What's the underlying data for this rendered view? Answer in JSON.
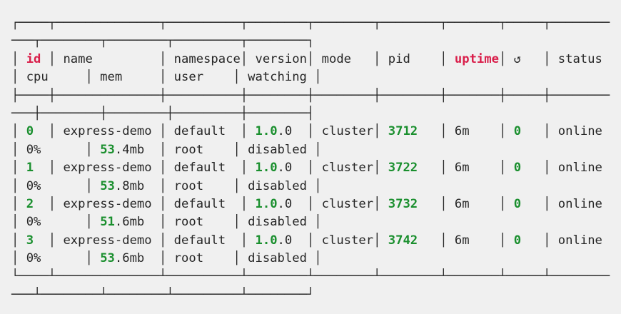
{
  "terminal": {
    "app": "pm2 process list",
    "background": "#f0f0f0",
    "colors": {
      "fg": "#262626",
      "red": "#d91e4a",
      "green": "#1a8f2e"
    },
    "table": {
      "columns": [
        "id",
        "name",
        "namespace",
        "version",
        "mode",
        "pid",
        "uptime",
        "↺",
        "status",
        "cpu",
        "mem",
        "user",
        "watching"
      ],
      "rows": [
        [
          "0",
          "express-demo",
          "default",
          "1.0.0",
          "cluster",
          "3712",
          "6m",
          "0",
          "online",
          "0%",
          "53.4mb",
          "root",
          "disabled"
        ],
        [
          "1",
          "express-demo",
          "default",
          "1.0.0",
          "cluster",
          "3722",
          "6m",
          "0",
          "online",
          "0%",
          "53.8mb",
          "root",
          "disabled"
        ],
        [
          "2",
          "express-demo",
          "default",
          "1.0.0",
          "cluster",
          "3732",
          "6m",
          "0",
          "online",
          "0%",
          "51.6mb",
          "root",
          "disabled"
        ],
        [
          "3",
          "express-demo",
          "default",
          "1.0.0",
          "cluster",
          "3742",
          "6m",
          "0",
          "online",
          "0%",
          "53.6mb",
          "root",
          "disabled"
        ]
      ]
    },
    "lines": [
      {
        "name": "border-top-line-1",
        "segments": [
          {
            "t": "┌────┬──────────────┬──────────┬────────┬────────┬────────┬───────┬─────┬────────",
            "c": "fg"
          }
        ]
      },
      {
        "name": "border-top-line-2",
        "segments": [
          {
            "t": "───┬────────┬────────┬─────────┬────────┐",
            "c": "fg"
          }
        ]
      },
      {
        "name": "header-line-1",
        "segments": [
          {
            "t": "│ ",
            "c": "fg"
          },
          {
            "t": "id",
            "c": "red"
          },
          {
            "t": " │ name         │ namespace│ version│ mode   │ pid    │ ",
            "c": "fg"
          },
          {
            "t": "uptime",
            "c": "red"
          },
          {
            "t": "│ ↺   │ status ",
            "c": "fg"
          }
        ]
      },
      {
        "name": "header-line-2",
        "segments": [
          {
            "t": "│ cpu     │ mem     │ user    │ watching │",
            "c": "fg"
          }
        ]
      },
      {
        "name": "header-separator-line-1",
        "segments": [
          {
            "t": "├────┼──────────────┼──────────┼────────┼────────┼────────┼───────┼─────┼────────",
            "c": "fg"
          }
        ]
      },
      {
        "name": "header-separator-line-2",
        "segments": [
          {
            "t": "───┼────────┼────────┼─────────┼────────┤",
            "c": "fg"
          }
        ]
      },
      {
        "name": "row-0-line-1",
        "segments": [
          {
            "t": "│ ",
            "c": "fg"
          },
          {
            "t": "0",
            "c": "green"
          },
          {
            "t": "  │ express-demo │ default  │ ",
            "c": "fg"
          },
          {
            "t": "1.0",
            "c": "green"
          },
          {
            "t": ".0  │ cluster│ ",
            "c": "fg"
          },
          {
            "t": "3712",
            "c": "green"
          },
          {
            "t": "   │ 6m    │ ",
            "c": "fg"
          },
          {
            "t": "0",
            "c": "green"
          },
          {
            "t": "   │ online ",
            "c": "fg"
          }
        ]
      },
      {
        "name": "row-0-line-2",
        "segments": [
          {
            "t": "│ 0%      │ ",
            "c": "fg"
          },
          {
            "t": "53",
            "c": "green"
          },
          {
            "t": ".4mb  │ root    │ disabled │",
            "c": "fg"
          }
        ]
      },
      {
        "name": "row-1-line-1",
        "segments": [
          {
            "t": "│ ",
            "c": "fg"
          },
          {
            "t": "1",
            "c": "green"
          },
          {
            "t": "  │ express-demo │ default  │ ",
            "c": "fg"
          },
          {
            "t": "1.0",
            "c": "green"
          },
          {
            "t": ".0  │ cluster│ ",
            "c": "fg"
          },
          {
            "t": "3722",
            "c": "green"
          },
          {
            "t": "   │ 6m    │ ",
            "c": "fg"
          },
          {
            "t": "0",
            "c": "green"
          },
          {
            "t": "   │ online ",
            "c": "fg"
          }
        ]
      },
      {
        "name": "row-1-line-2",
        "segments": [
          {
            "t": "│ 0%      │ ",
            "c": "fg"
          },
          {
            "t": "53",
            "c": "green"
          },
          {
            "t": ".8mb  │ root    │ disabled │",
            "c": "fg"
          }
        ]
      },
      {
        "name": "row-2-line-1",
        "segments": [
          {
            "t": "│ ",
            "c": "fg"
          },
          {
            "t": "2",
            "c": "green"
          },
          {
            "t": "  │ express-demo │ default  │ ",
            "c": "fg"
          },
          {
            "t": "1.0",
            "c": "green"
          },
          {
            "t": ".0  │ cluster│ ",
            "c": "fg"
          },
          {
            "t": "3732",
            "c": "green"
          },
          {
            "t": "   │ 6m    │ ",
            "c": "fg"
          },
          {
            "t": "0",
            "c": "green"
          },
          {
            "t": "   │ online ",
            "c": "fg"
          }
        ]
      },
      {
        "name": "row-2-line-2",
        "segments": [
          {
            "t": "│ 0%      │ ",
            "c": "fg"
          },
          {
            "t": "51",
            "c": "green"
          },
          {
            "t": ".6mb  │ root    │ disabled │",
            "c": "fg"
          }
        ]
      },
      {
        "name": "row-3-line-1",
        "segments": [
          {
            "t": "│ ",
            "c": "fg"
          },
          {
            "t": "3",
            "c": "green"
          },
          {
            "t": "  │ express-demo │ default  │ ",
            "c": "fg"
          },
          {
            "t": "1.0",
            "c": "green"
          },
          {
            "t": ".0  │ cluster│ ",
            "c": "fg"
          },
          {
            "t": "3742",
            "c": "green"
          },
          {
            "t": "   │ 6m    │ ",
            "c": "fg"
          },
          {
            "t": "0",
            "c": "green"
          },
          {
            "t": "   │ online ",
            "c": "fg"
          }
        ]
      },
      {
        "name": "row-3-line-2",
        "segments": [
          {
            "t": "│ 0%      │ ",
            "c": "fg"
          },
          {
            "t": "53",
            "c": "green"
          },
          {
            "t": ".6mb  │ root    │ disabled │",
            "c": "fg"
          }
        ]
      },
      {
        "name": "border-bottom-line-1",
        "segments": [
          {
            "t": "└────┴──────────────┴──────────┴────────┴────────┴────────┴───────┴─────┴────────",
            "c": "fg"
          }
        ]
      },
      {
        "name": "border-bottom-line-2",
        "segments": [
          {
            "t": "───┴────────┴────────┴─────────┴────────┘",
            "c": "fg"
          }
        ]
      }
    ]
  }
}
